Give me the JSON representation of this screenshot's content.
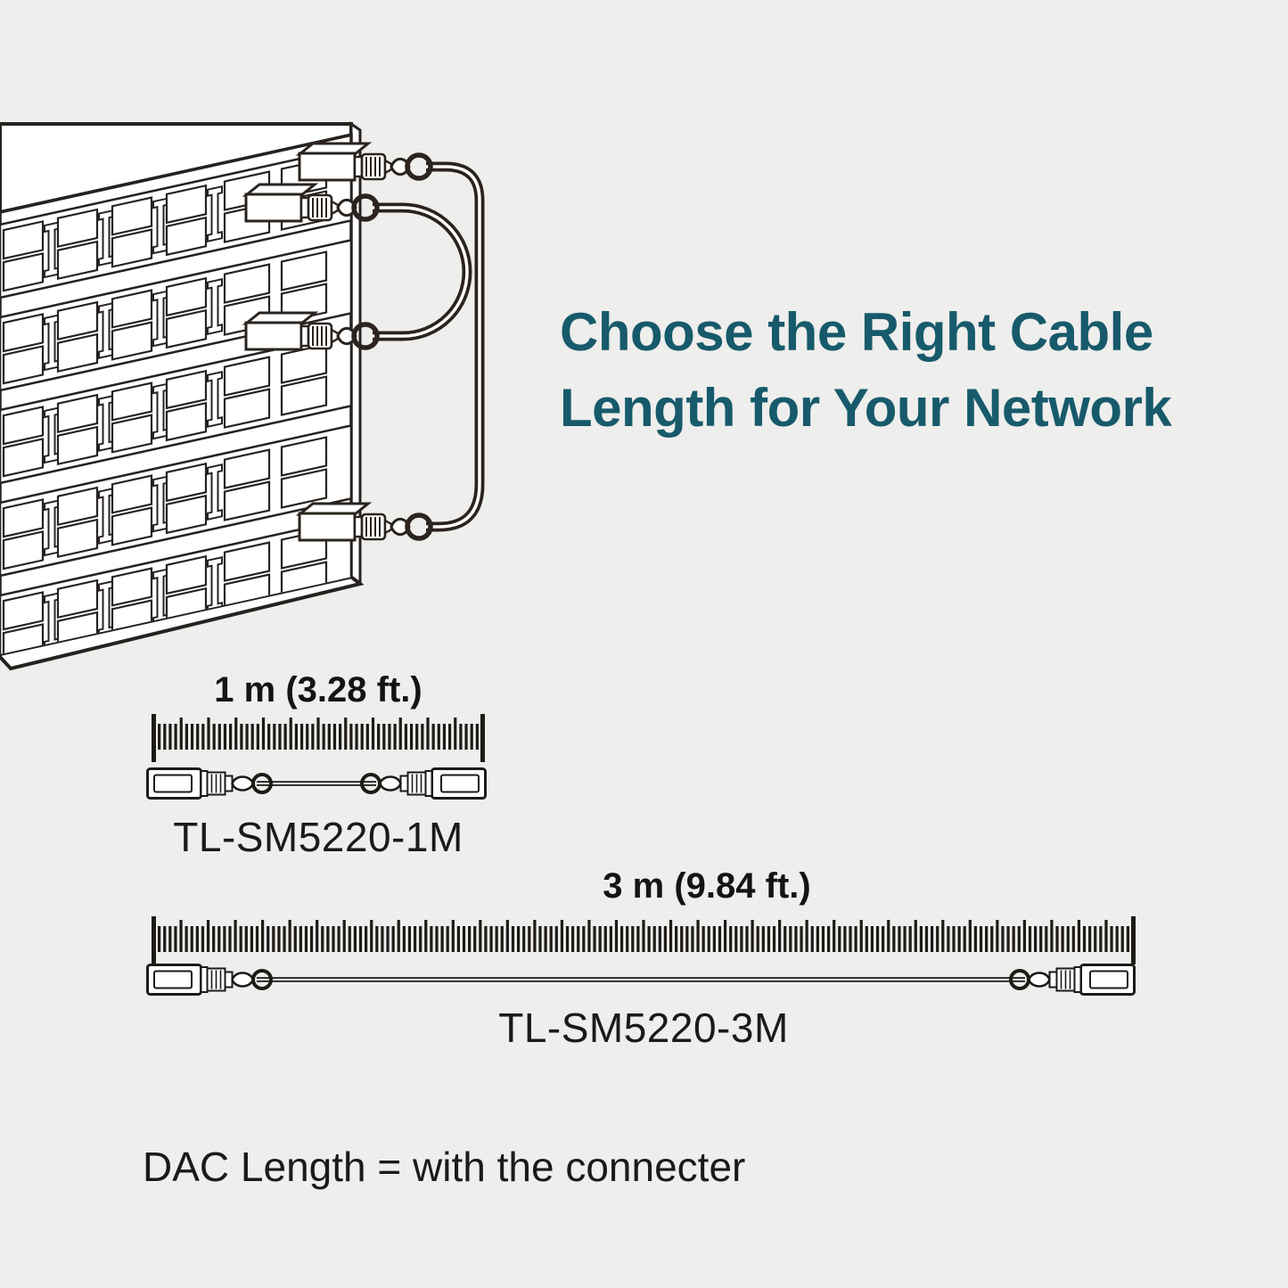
{
  "background_color": "#eeeeec",
  "headline": {
    "line1": "Choose the Right Cable",
    "line2": "Length for Your Network",
    "color": "#175a6b"
  },
  "cables": [
    {
      "length_label": "1 m (3.28 ft.)",
      "model": "TL-SM5220-1M"
    },
    {
      "length_label": "3 m (9.84 ft.)",
      "model": "TL-SM5220-3M"
    }
  ],
  "footnote": "DAC Length = with the connecter",
  "colors": {
    "line_art": "#2a231e",
    "accent_teal": "#175a6b"
  }
}
